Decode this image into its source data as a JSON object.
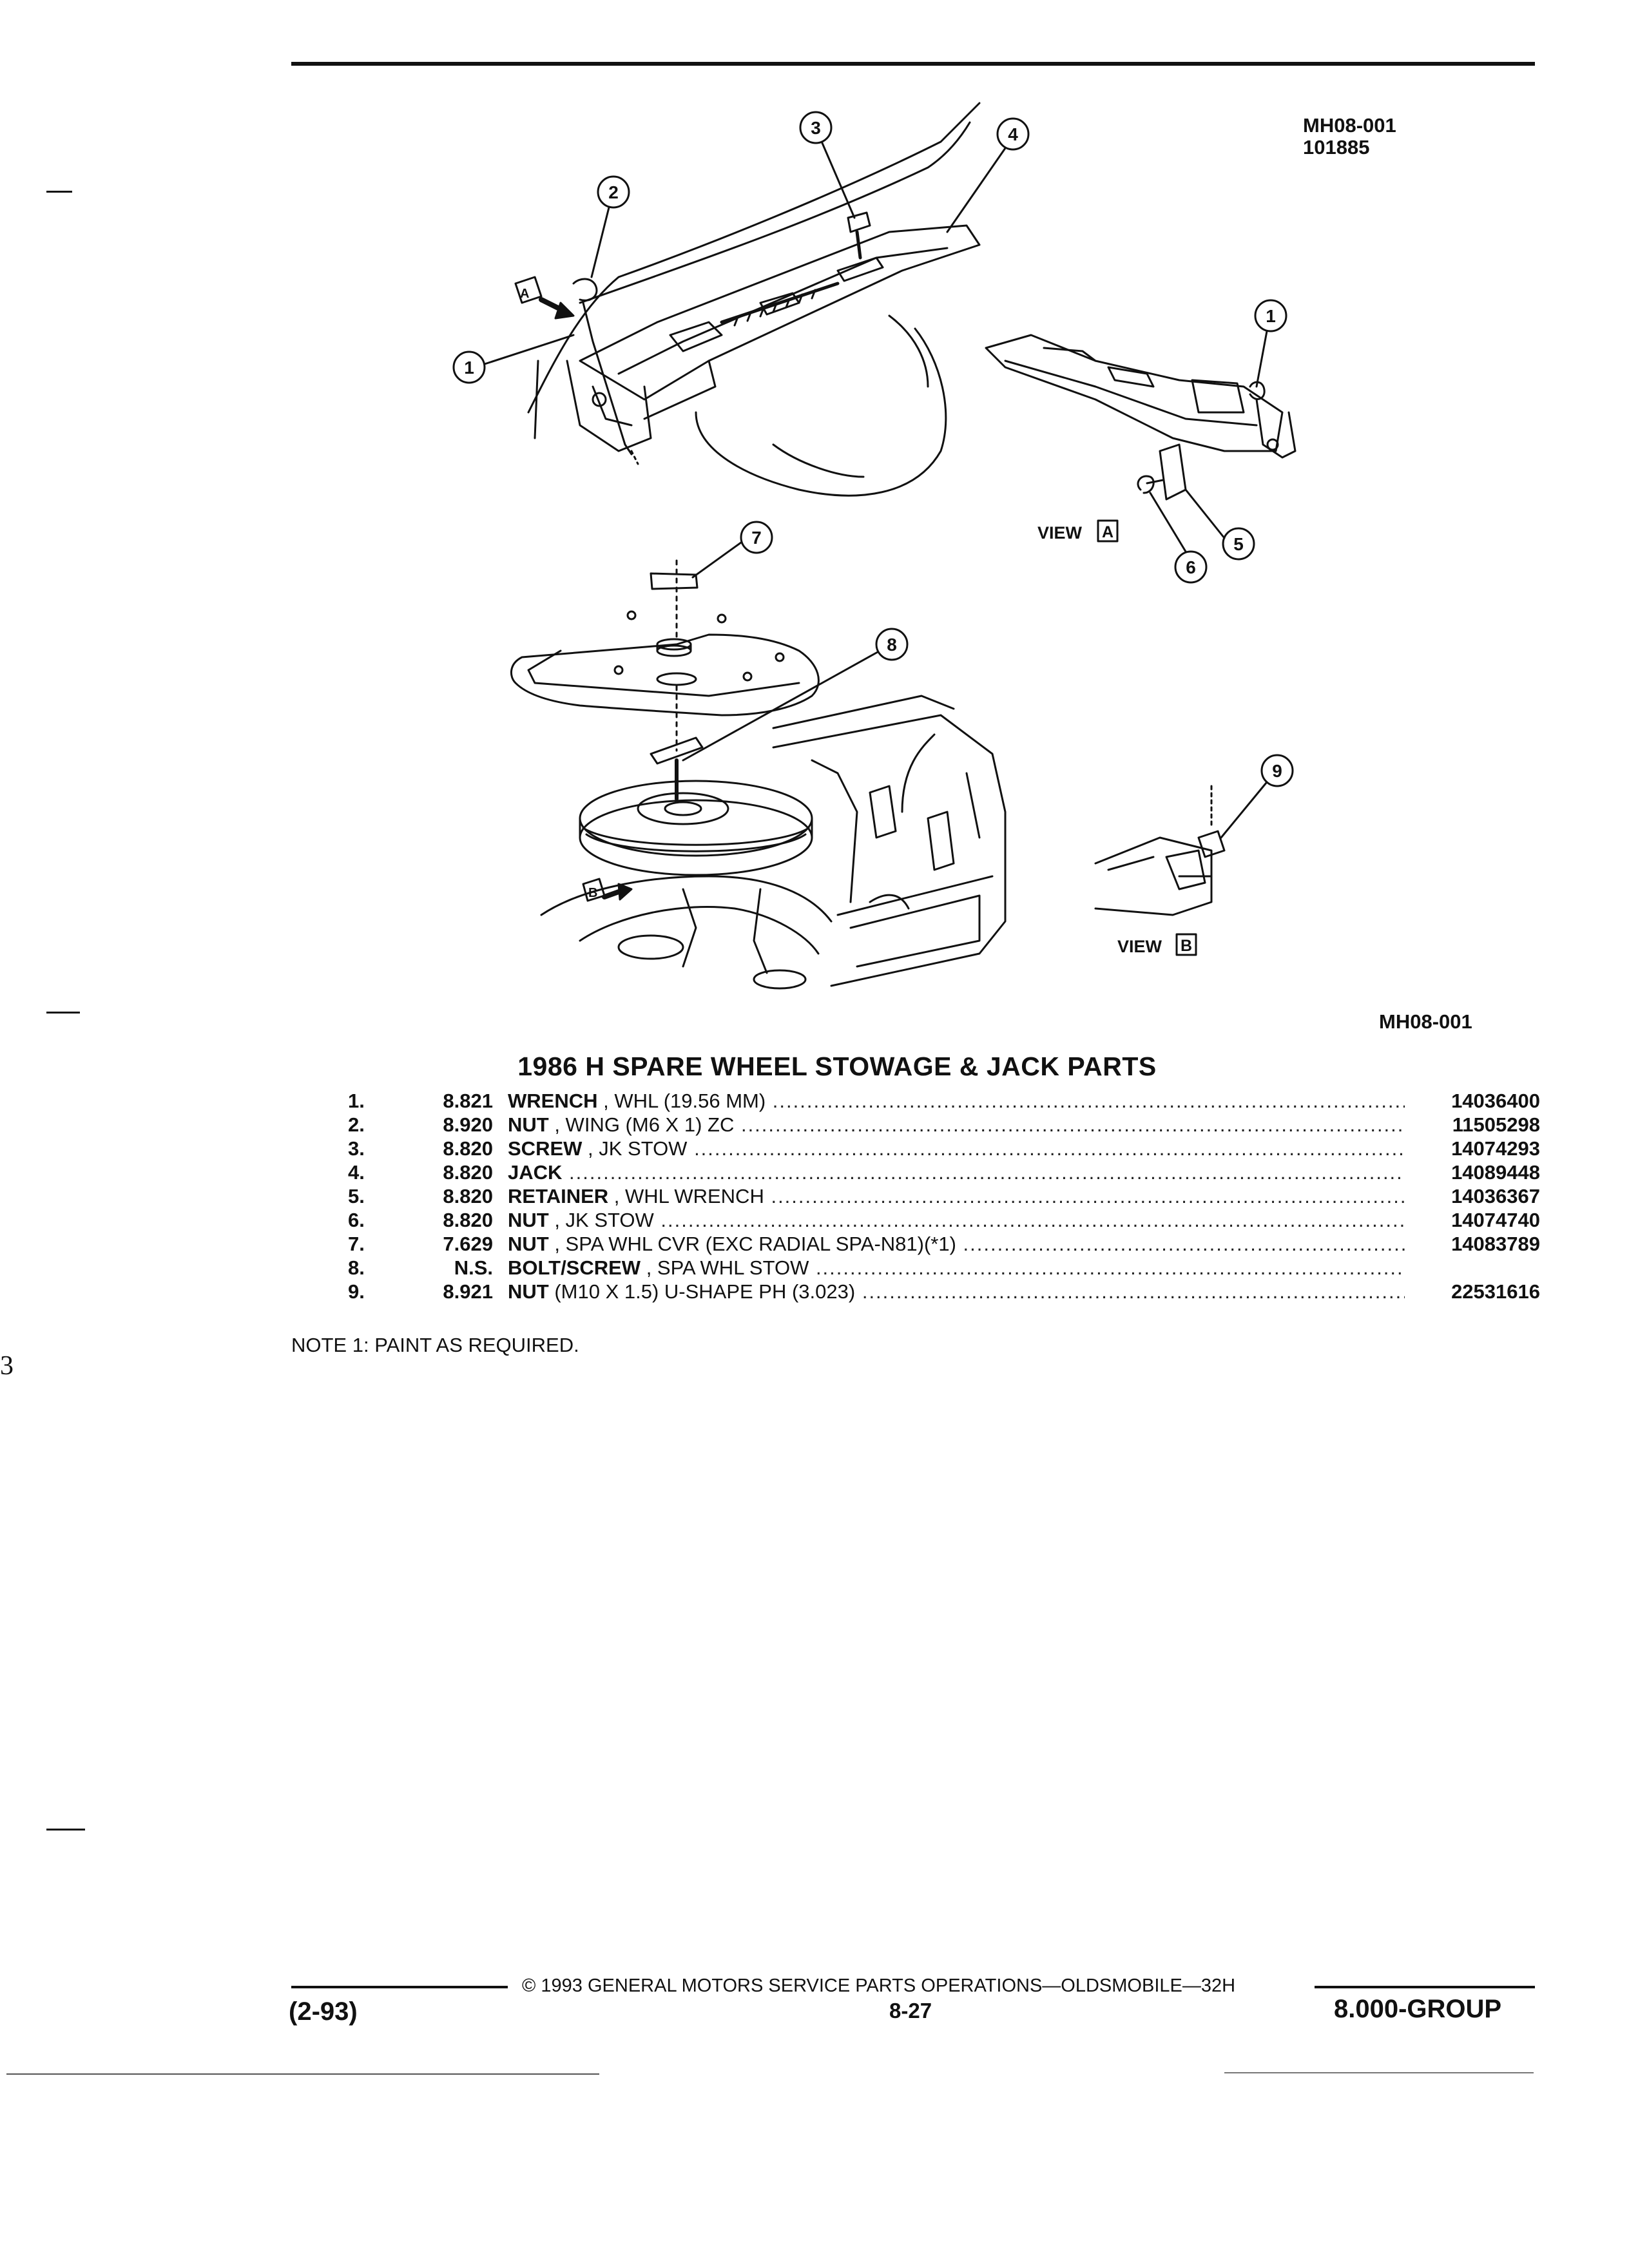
{
  "figure": {
    "id_line1": "MH08-001",
    "id_line2": "101885",
    "caption_id": "MH08-001",
    "callouts": [
      "1",
      "2",
      "3",
      "4",
      "1",
      "5",
      "6",
      "7",
      "8",
      "9"
    ],
    "view_a_word": "VIEW",
    "view_a_letter": "A",
    "view_b_word": "VIEW",
    "view_b_letter": "B",
    "arrow_a_letter": "A",
    "arrow_b_letter": "B"
  },
  "parts_title": "1986 H SPARE WHEEL STOWAGE & JACK PARTS",
  "parts": [
    {
      "num": "1.",
      "code": "8.821",
      "name": "WRENCH",
      "rest": " , WHL (19.56 MM)",
      "pn": "14036400"
    },
    {
      "num": "2.",
      "code": "8.920",
      "name": "NUT",
      "rest": " , WING (M6 X 1) ZC",
      "pn": "11505298"
    },
    {
      "num": "3.",
      "code": "8.820",
      "name": "SCREW",
      "rest": " , JK STOW",
      "pn": "14074293"
    },
    {
      "num": "4.",
      "code": "8.820",
      "name": "JACK",
      "rest": "",
      "pn": "14089448"
    },
    {
      "num": "5.",
      "code": "8.820",
      "name": "RETAINER",
      "rest": " , WHL WRENCH",
      "pn": "14036367"
    },
    {
      "num": "6.",
      "code": "8.820",
      "name": "NUT",
      "rest": " , JK STOW",
      "pn": "14074740"
    },
    {
      "num": "7.",
      "code": "7.629",
      "name": "NUT",
      "rest": " , SPA WHL CVR (EXC RADIAL SPA-N81)(*1)",
      "pn": "14083789"
    },
    {
      "num": "8.",
      "code": "N.S.",
      "name": "BOLT/SCREW",
      "rest": " , SPA WHL STOW",
      "pn": ""
    },
    {
      "num": "9.",
      "code": "8.921",
      "name": "NUT",
      "rest": " (M10 X 1.5) U-SHAPE PH (3.023)",
      "pn": "22531616"
    }
  ],
  "note": "NOTE  1:  PAINT AS REQUIRED.",
  "footer": {
    "copyright": "©  1993  GENERAL MOTORS SERVICE PARTS OPERATIONS—OLDSMOBILE—32H",
    "date": "(2-93)",
    "page": "8-27",
    "group": "8.000-GROUP"
  },
  "margin_mark": "3"
}
